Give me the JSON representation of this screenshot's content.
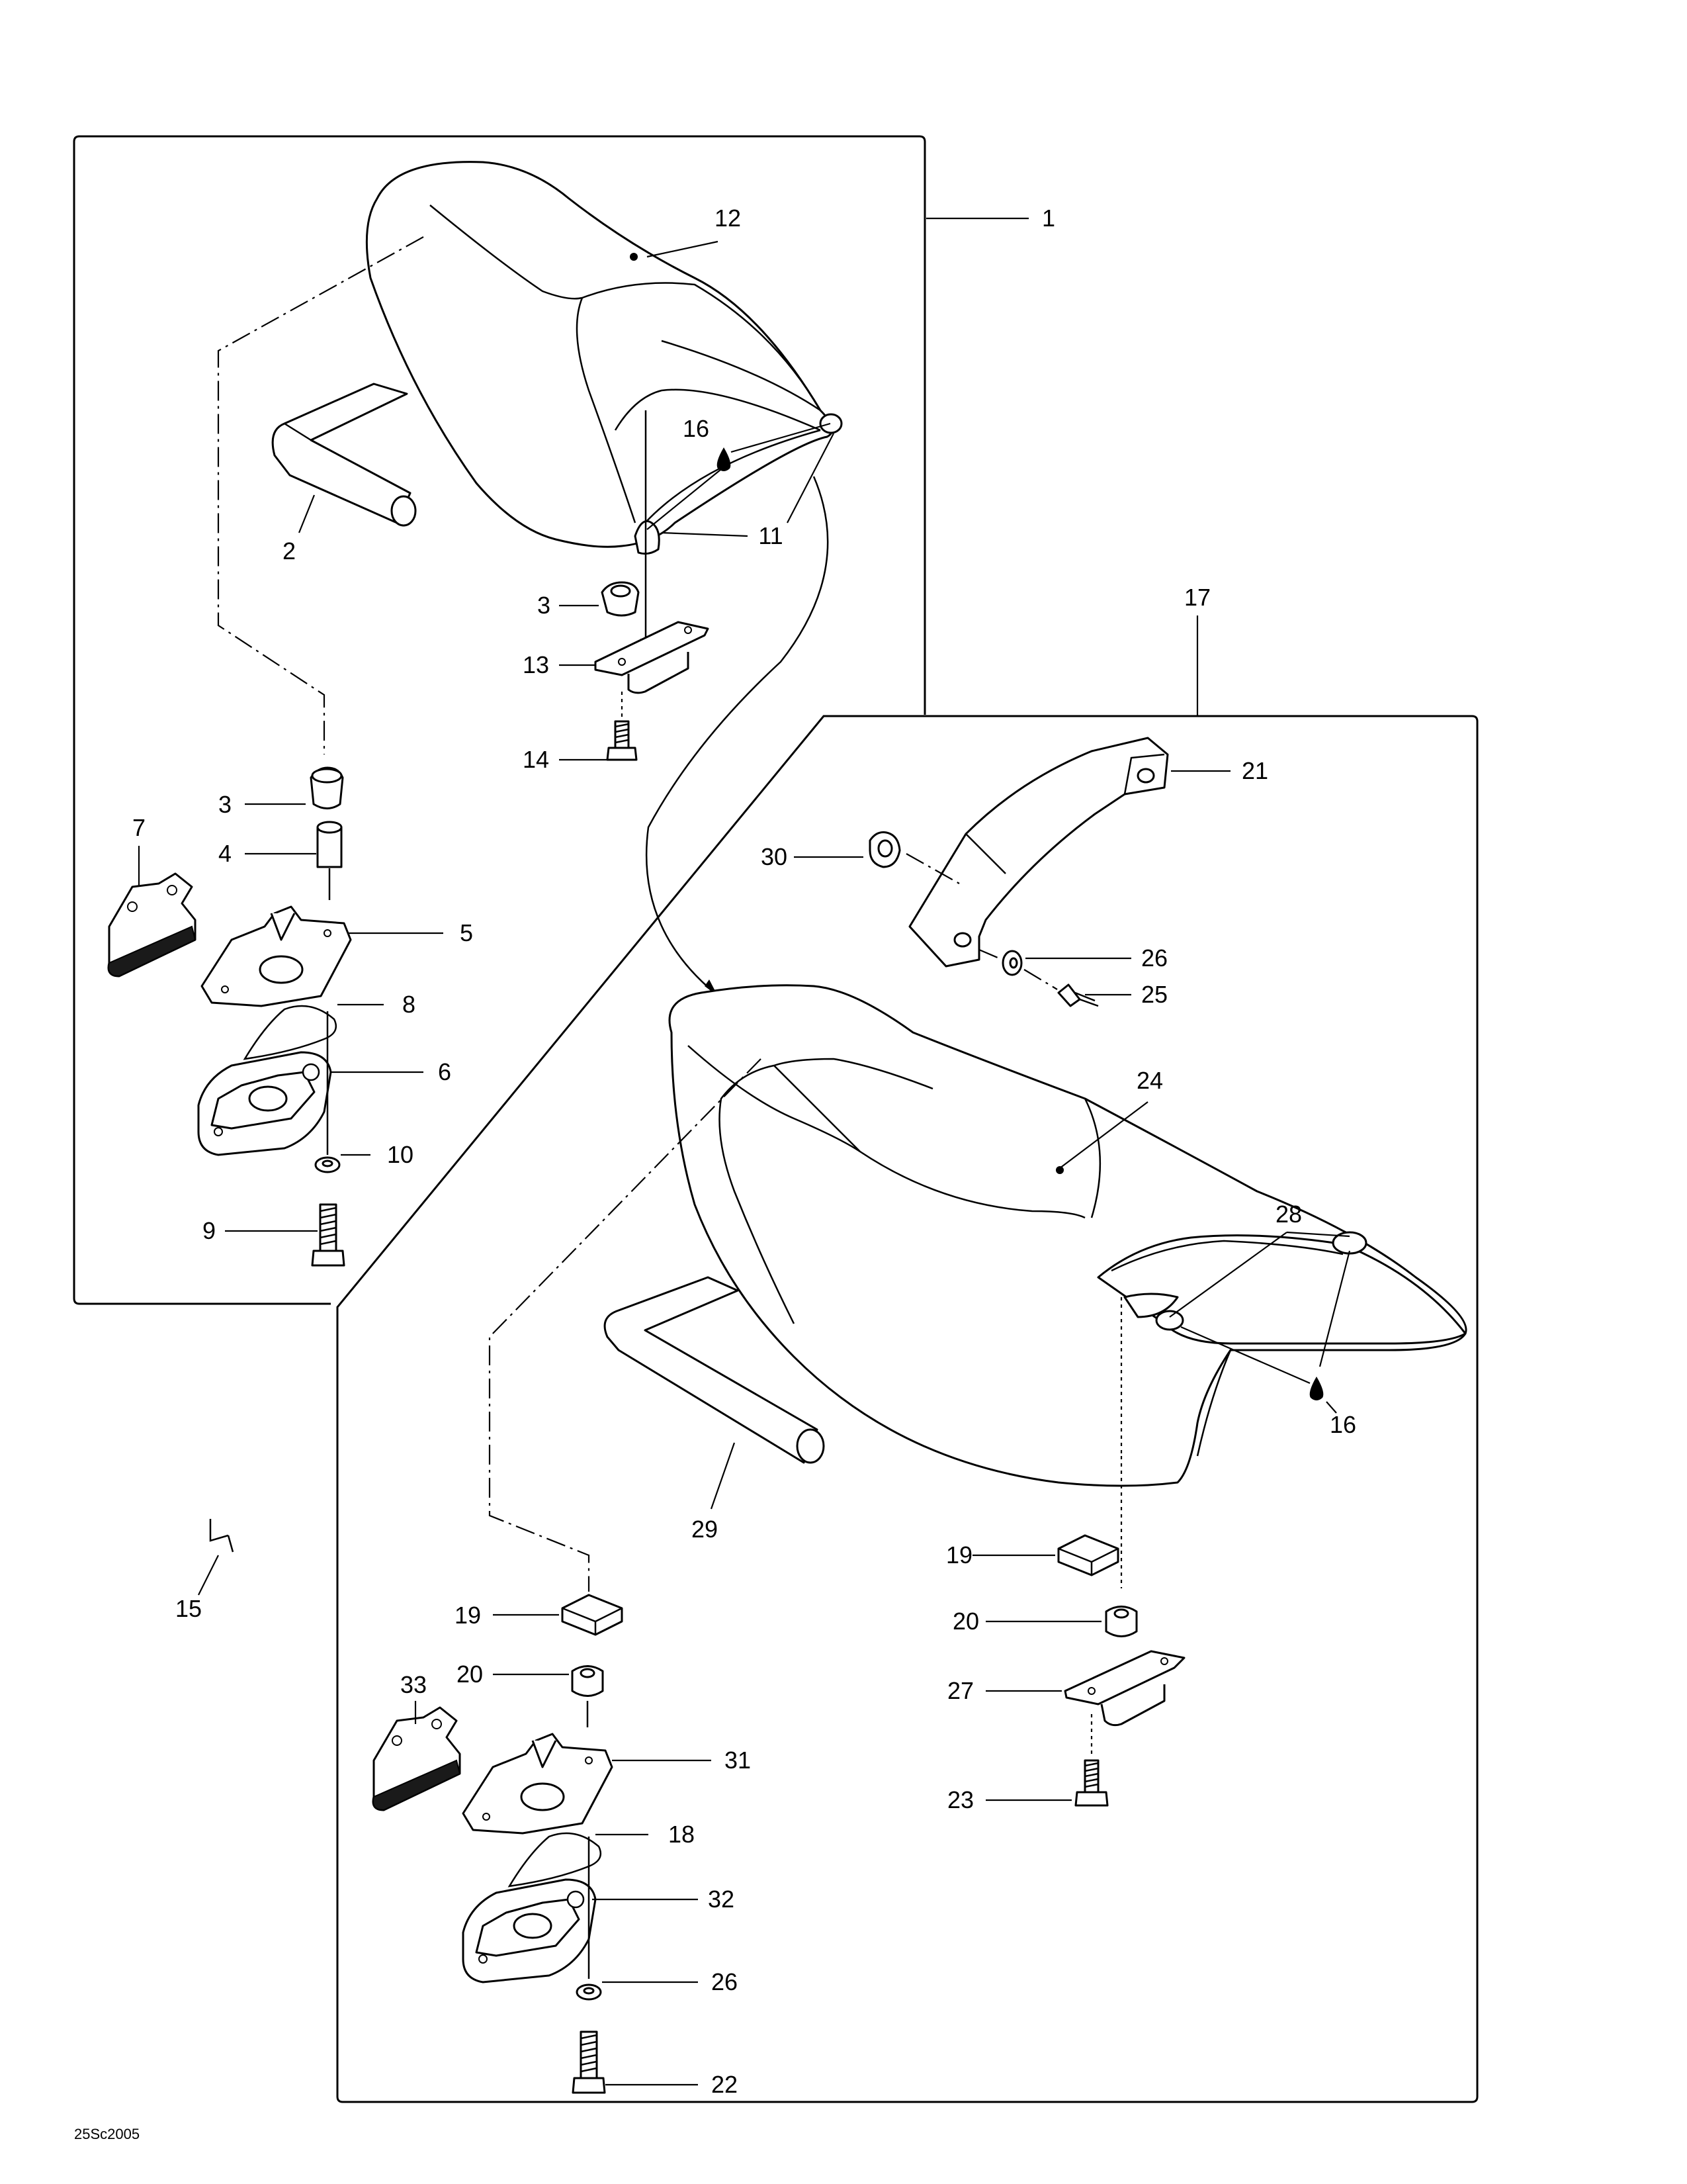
{
  "diagram": {
    "reference_code": "25Sc2005",
    "callouts": [
      {
        "id": "c1",
        "label": "1"
      },
      {
        "id": "c2",
        "label": "2"
      },
      {
        "id": "c3a",
        "label": "3"
      },
      {
        "id": "c3b",
        "label": "3"
      },
      {
        "id": "c4",
        "label": "4"
      },
      {
        "id": "c5",
        "label": "5"
      },
      {
        "id": "c6",
        "label": "6"
      },
      {
        "id": "c7",
        "label": "7"
      },
      {
        "id": "c8",
        "label": "8"
      },
      {
        "id": "c9",
        "label": "9"
      },
      {
        "id": "c10",
        "label": "10"
      },
      {
        "id": "c11",
        "label": "11"
      },
      {
        "id": "c12",
        "label": "12"
      },
      {
        "id": "c13",
        "label": "13"
      },
      {
        "id": "c14",
        "label": "14"
      },
      {
        "id": "c15",
        "label": "15"
      },
      {
        "id": "c16a",
        "label": "16"
      },
      {
        "id": "c16b",
        "label": "16"
      },
      {
        "id": "c17",
        "label": "17"
      },
      {
        "id": "c18",
        "label": "18"
      },
      {
        "id": "c19a",
        "label": "19"
      },
      {
        "id": "c19b",
        "label": "19"
      },
      {
        "id": "c20a",
        "label": "20"
      },
      {
        "id": "c20b",
        "label": "20"
      },
      {
        "id": "c21",
        "label": "21"
      },
      {
        "id": "c22",
        "label": "22"
      },
      {
        "id": "c23",
        "label": "23"
      },
      {
        "id": "c24",
        "label": "24"
      },
      {
        "id": "c25",
        "label": "25"
      },
      {
        "id": "c26a",
        "label": "26"
      },
      {
        "id": "c26b",
        "label": "26"
      },
      {
        "id": "c27",
        "label": "27"
      },
      {
        "id": "c28",
        "label": "28"
      },
      {
        "id": "c29",
        "label": "29"
      },
      {
        "id": "c30",
        "label": "30"
      },
      {
        "id": "c31",
        "label": "31"
      },
      {
        "id": "c32",
        "label": "32"
      },
      {
        "id": "c33",
        "label": "33"
      }
    ]
  }
}
